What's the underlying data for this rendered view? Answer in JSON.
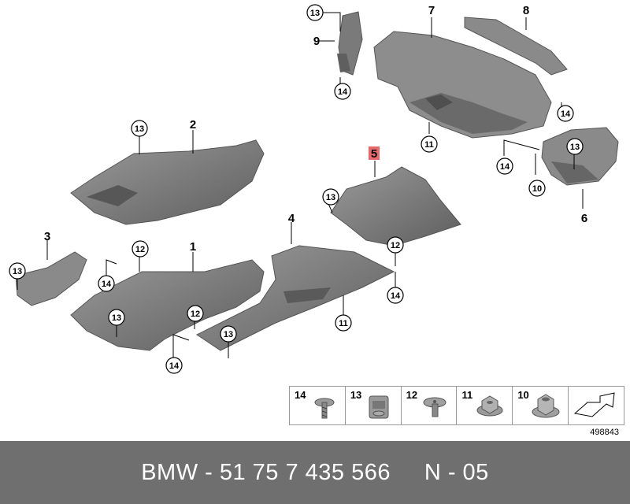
{
  "callouts": {
    "c1": "1",
    "c2": "2",
    "c3": "3",
    "c4": "4",
    "c5": "5",
    "c6": "6",
    "c7": "7",
    "c8": "8",
    "c9": "9",
    "c10": "10",
    "c11a": "11",
    "c11b": "11",
    "c12a": "12",
    "c12b": "12",
    "c12c": "12",
    "c13a": "13",
    "c13b": "13",
    "c13c": "13",
    "c13d": "13",
    "c13e": "13",
    "c13f": "13",
    "c13g": "13",
    "c14a": "14",
    "c14b": "14",
    "c14c": "14",
    "c14d": "14",
    "c14e": "14",
    "c14f": "14"
  },
  "highlight_color": "#e8686c",
  "legend": {
    "items": [
      {
        "num": "14",
        "icon": "screw-icon"
      },
      {
        "num": "13",
        "icon": "clip-nut-icon"
      },
      {
        "num": "12",
        "icon": "expanding-rivet-icon"
      },
      {
        "num": "11",
        "icon": "hex-nut-icon"
      },
      {
        "num": "10",
        "icon": "collar-nut-icon"
      },
      {
        "num": "",
        "icon": "arrow-indicator-icon"
      }
    ]
  },
  "diagram_id": "498843",
  "footer": {
    "brand": "BMW",
    "part_number": "51 75 7 435 566",
    "code": "N - 05"
  }
}
